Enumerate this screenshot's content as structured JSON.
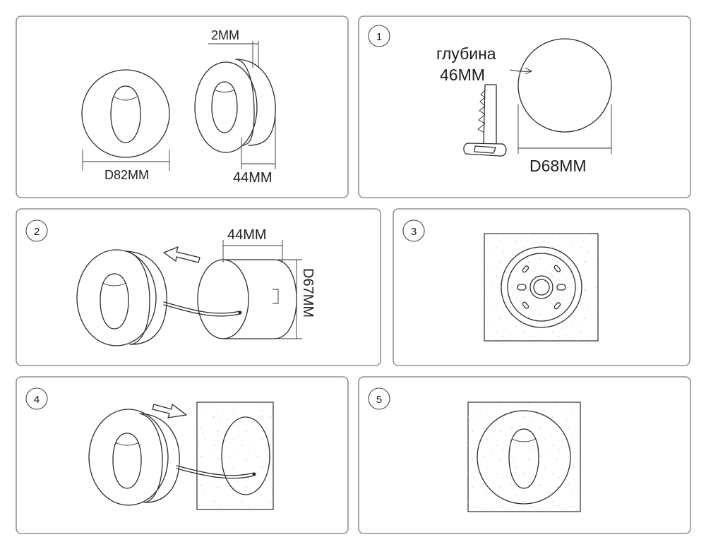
{
  "panels": {
    "dimensions": {
      "diameter_label": "D82MM",
      "flange_label": "2MM",
      "length_label": "44MM"
    },
    "step1": {
      "number": "1",
      "depth_word": "глубина",
      "depth_value": "46MM",
      "hole_label": "D68MM"
    },
    "step2": {
      "number": "2",
      "length_label": "44MM",
      "diameter_label": "D67MM"
    },
    "step3": {
      "number": "3"
    },
    "step4": {
      "number": "4"
    },
    "step5": {
      "number": "5"
    }
  }
}
